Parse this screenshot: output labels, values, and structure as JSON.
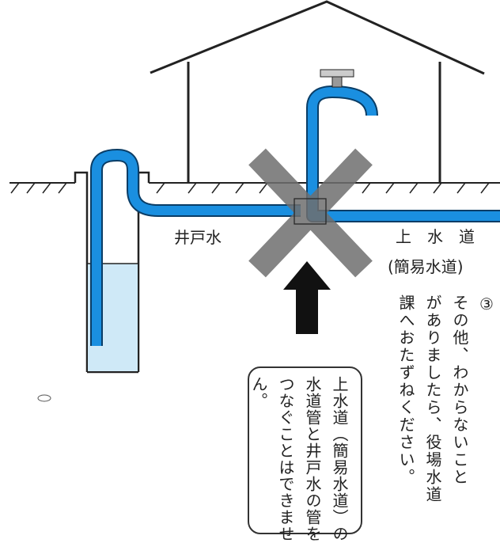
{
  "labels": {
    "well_water": "井戸水",
    "water_supply": "上　水　道",
    "simple_water_supply": "(簡易水道)"
  },
  "callout": {
    "lines": [
      "上水道（簡易水道）の",
      "水道管と井戸水の管を",
      "つなぐことはできませ",
      "ん。"
    ]
  },
  "side_note": {
    "number": "③",
    "lines": [
      "その他、わからないこと",
      "がありましたら、役場水道",
      "課へおたずねください。"
    ]
  },
  "colors": {
    "pipe": "#1a8fe0",
    "pipe_outline": "#0a3d66",
    "x_mark": "#6f6f6f",
    "well_water": "#cfe9f7",
    "arrow": "#111111"
  }
}
